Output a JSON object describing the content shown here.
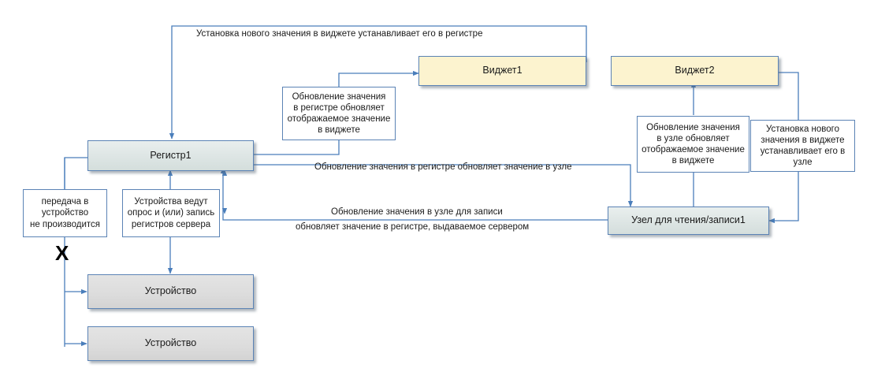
{
  "diagram": {
    "title": "OPC server register / widget / node data-flow diagram",
    "colors": {
      "connector": "#4a7ebb",
      "box_border": "#5b83b5",
      "widget_fill": "#fcf3cf",
      "main_fill": "#dde5e4",
      "device_fill": "#dcdcdc",
      "note_fill": "#ffffff",
      "text": "#1a1a1a",
      "x_mark": "#000000"
    },
    "nodes": [
      {
        "id": "register1",
        "label": "Регистр1",
        "kind": "main"
      },
      {
        "id": "widget1",
        "label": "Виджет1",
        "kind": "widget"
      },
      {
        "id": "widget2",
        "label": "Виджет2",
        "kind": "widget"
      },
      {
        "id": "rwnode1",
        "label": "Узел для чтения/записи1",
        "kind": "main"
      },
      {
        "id": "device1",
        "label": "Устройство",
        "kind": "device"
      },
      {
        "id": "device2",
        "label": "Устройство",
        "kind": "device"
      }
    ],
    "notes": [
      {
        "id": "note-no-transfer",
        "text": "передача в\nустройство\nне производится"
      },
      {
        "id": "note-devices-poll",
        "text": "Устройства ведут\nопрос и (или) запись\nрегистров сервера"
      },
      {
        "id": "note-register-updates-widget",
        "text": "Обновление значения\nв регистре обновляет\nотображаемое значение\nв виджете"
      },
      {
        "id": "note-node-updates-widget",
        "text": "Обновление значения\nв узле обновляет\nотображаемое значение\nв виджете"
      },
      {
        "id": "note-widget-sets-node",
        "text": "Установка нового\nзначения в виджете\nустанавливает его в узле"
      }
    ],
    "edge_labels": [
      {
        "id": "label-widget-sets-register",
        "text": "Установка нового значения в виджете устанавливает его в регистре"
      },
      {
        "id": "label-register-updates-node",
        "text": "Обновление значения в регистре обновляет значение в узле"
      },
      {
        "id": "label-node-updates-register-line1",
        "text": "Обновление значения в узле для записи"
      },
      {
        "id": "label-node-updates-register-line2",
        "text": "обновляет значение в регистре, выдаваемое сервером"
      }
    ],
    "markers": [
      {
        "id": "x-mark",
        "text": "X"
      }
    ]
  }
}
